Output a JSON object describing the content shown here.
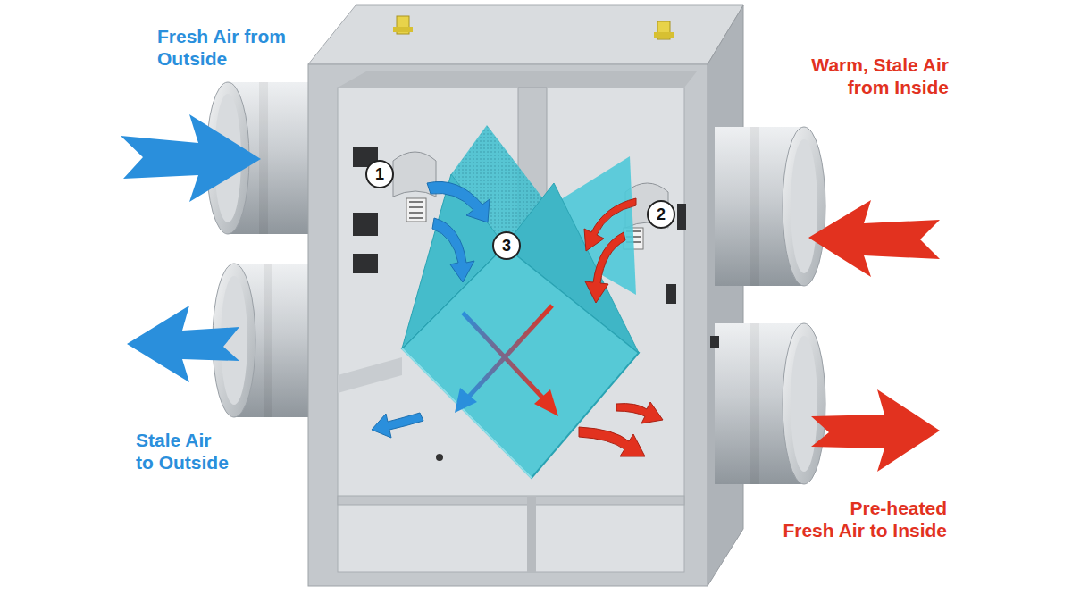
{
  "diagram": {
    "nodes": [
      {
        "text": [
          "1"
        ]
      },
      {
        "text": [
          "2"
        ]
      },
      {
        "text": [
          "3"
        ]
      }
    ],
    "labels": [
      "Fresh Air from Outside",
      "Warm, Stale Air from Inside",
      "Stale Air to Outside",
      "Pre-heated Fresh Air to Inside"
    ]
  }
}
